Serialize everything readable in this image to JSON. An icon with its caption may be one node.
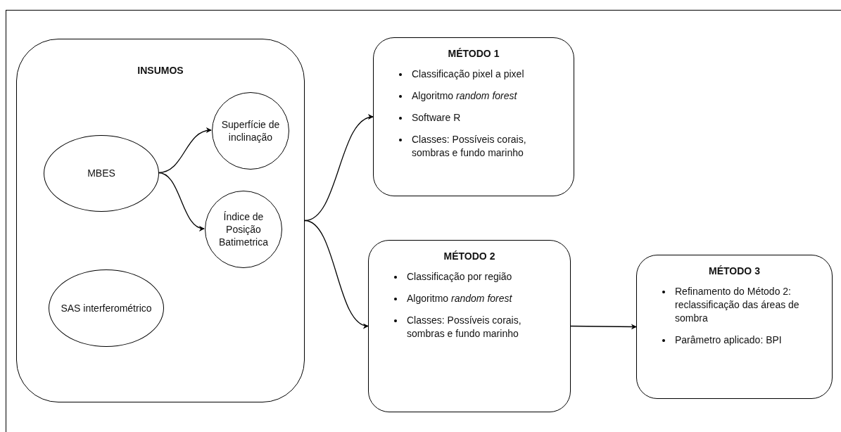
{
  "diagram": {
    "nodes": [
      {
        "text": [
          "INSUMOS"
        ]
      },
      {
        "text": [
          "MBES"
        ],
        "in": 0
      },
      {
        "text": [
          "Superfície de inclinação"
        ],
        "in": 0
      },
      {
        "text": [
          "Índice de Posição Batimetrica"
        ],
        "in": 0
      },
      {
        "text": [
          "SAS interferométrico"
        ],
        "in": 0
      },
      {
        "text": [
          "MÉTODO 1",
          "Classificação pixel a pixel",
          "Algoritmo *random forest*",
          "Software R",
          "Classes: Possíveis corais, sombras e fundo marinho"
        ]
      },
      {
        "text": [
          "MÉTODO 2",
          "Classificação por região",
          "Algoritmo *random forest*",
          "Classes: Possíveis corais, sombras e fundo marinho"
        ]
      },
      {
        "text": [
          "MÉTODO 3",
          "Refinamento do Método 2: reclassificação das áreas de sombra",
          "Parâmetro aplicado: BPI"
        ]
      }
    ],
    "edges": [
      {
        "from": 1,
        "to": 2,
        "arrow": "to"
      },
      {
        "from": 1,
        "to": 3,
        "arrow": "to"
      },
      {
        "from": 0,
        "to": 5,
        "arrow": "to"
      },
      {
        "from": 0,
        "to": 6,
        "arrow": "to"
      },
      {
        "from": 6,
        "to": 7,
        "arrow": "to"
      }
    ]
  }
}
